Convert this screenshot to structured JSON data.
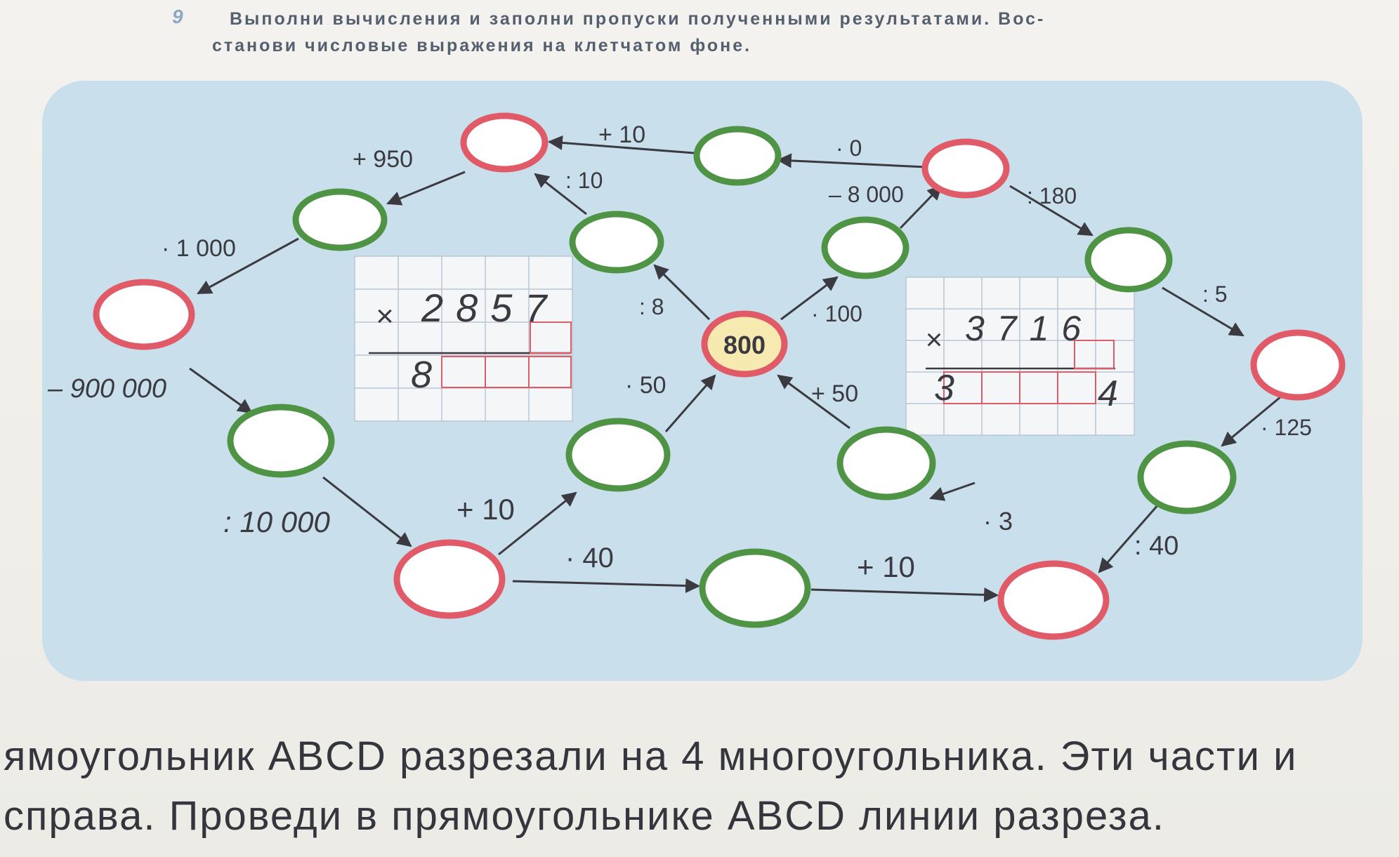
{
  "header": {
    "task_number": "9",
    "line1": "Выполни вычисления и заполни пропуски полученными результатами. Вос-",
    "line2": "станови числовые выражения на клетчатом фоне."
  },
  "center_value": "800",
  "operations": {
    "plus_10_top": "+ 10",
    "times_0": "· 0",
    "plus_950": "+ 950",
    "div_10": ": 10",
    "minus_8000": "– 8 000",
    "div_180": ": 180",
    "times_1000": "· 1 000",
    "div_8": ": 8",
    "times_100": "· 100",
    "div_5": ": 5",
    "minus_900000": "– 900 000",
    "times_50": "· 50",
    "plus_50": "+ 50",
    "times_125": "· 125",
    "div_10000": ": 10 000",
    "plus_10_left": "+ 10",
    "times_3": "· 3",
    "div_40": ": 40",
    "times_40": "· 40",
    "plus_10_bottom": "+ 10"
  },
  "grid_left": {
    "multiply_sign": "×",
    "number": "2857",
    "multiplier": "8"
  },
  "grid_right": {
    "multiply_sign": "×",
    "number": "3716",
    "multiplier": "3",
    "last_digit": "4"
  },
  "footer": {
    "line1": "ямоугольник ABCD разрезали на 4 многоугольника. Эти части и",
    "line2": "справа. Проведи в прямоугольнике ABCD линии разреза."
  },
  "colors": {
    "red_ring": "#e05a68",
    "green_ring": "#4f9445",
    "panel": "#c9dfec",
    "center_fill": "#f6eab0"
  }
}
